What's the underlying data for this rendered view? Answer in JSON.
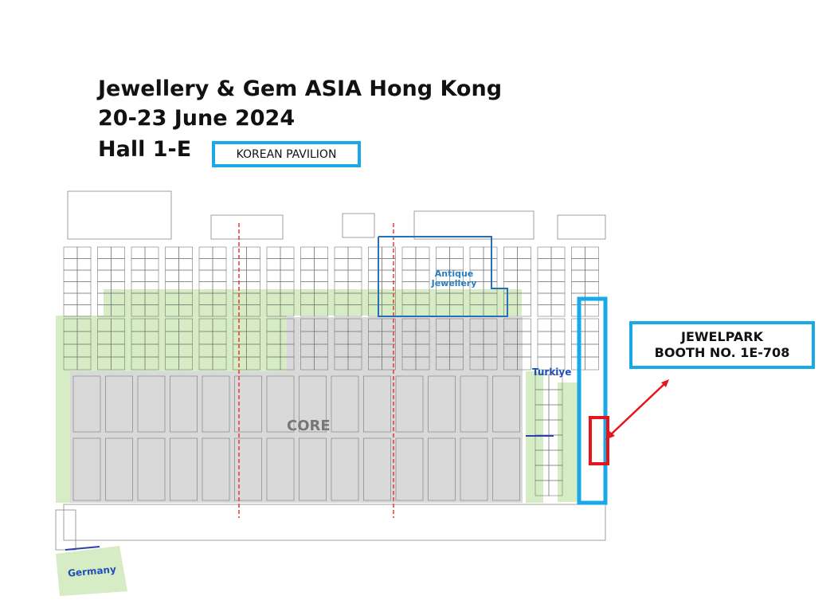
{
  "header": {
    "line1": "Jewellery & Gem ASIA Hong Kong",
    "line2": "20-23 June 2024",
    "line3": "Hall 1-E"
  },
  "korean_pavilion": "KOREAN PAVILION",
  "callout": {
    "line1": "JEWELPARK",
    "line2": "BOOTH NO. 1E-708"
  },
  "zones": {
    "core": "CORE",
    "antique": "Antique Jewellery",
    "turkiye": "Turkiye",
    "germany": "Germany"
  },
  "colors": {
    "pavilion": "#1aa9e6",
    "highlight": "#e8141b",
    "green": "#d6ecc4",
    "gray": "#d9d9d9"
  }
}
